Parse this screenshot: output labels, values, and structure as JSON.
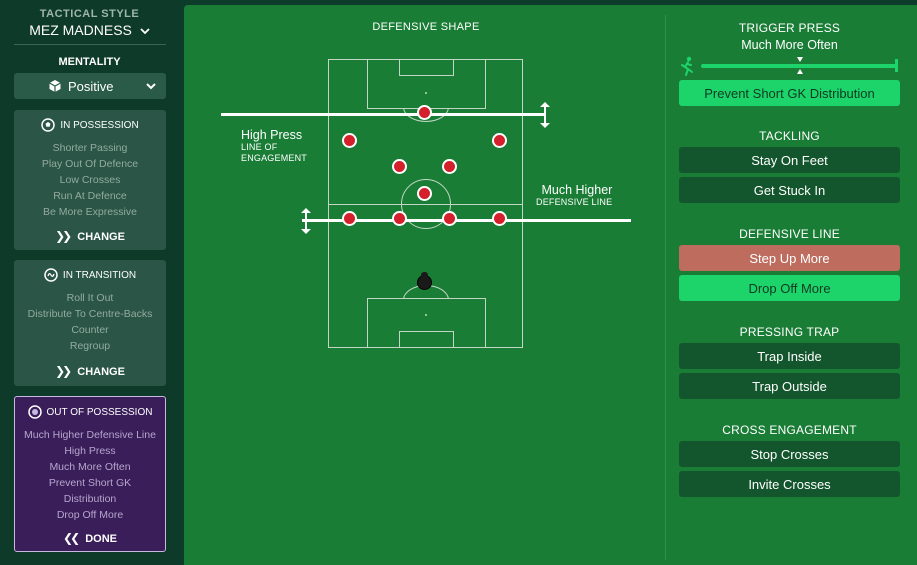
{
  "sidebar": {
    "tactical_style_caption": "TACTICAL STYLE",
    "tactic_name": "MEZ MADNESS",
    "mentality_caption": "MENTALITY",
    "mentality_value": "Positive",
    "in_possession": {
      "title": "IN POSSESSION",
      "items": [
        "Shorter Passing",
        "Play Out Of Defence",
        "Low Crosses",
        "Run At Defence",
        "Be More Expressive"
      ],
      "action": "CHANGE"
    },
    "in_transition": {
      "title": "IN TRANSITION",
      "items": [
        "Roll It Out",
        "Distribute To Centre-Backs",
        "Counter",
        "Regroup"
      ],
      "action": "CHANGE"
    },
    "out_of_possession": {
      "title": "OUT OF POSSESSION",
      "items": [
        "Much Higher Defensive Line",
        "High Press",
        "Much More Often",
        "Prevent Short GK",
        "Distribution",
        "Drop Off More"
      ],
      "action": "DONE"
    }
  },
  "shape": {
    "title": "DEFENSIVE SHAPE",
    "engagement_value": "High Press",
    "engagement_caption_1": "LINE OF",
    "engagement_caption_2": "ENGAGEMENT",
    "defline_value": "Much Higher",
    "defline_caption": "DEFENSIVE LINE"
  },
  "options": {
    "trigger_press": {
      "title": "TRIGGER PRESS",
      "value": "Much More Often",
      "level": 1.0,
      "button": "Prevent Short GK Distribution"
    },
    "tackling": {
      "title": "TACKLING",
      "buttons": [
        "Stay On Feet",
        "Get Stuck In"
      ]
    },
    "defensive_line": {
      "title": "DEFENSIVE LINE",
      "buttons": [
        "Step Up More",
        "Drop Off More"
      ]
    },
    "pressing_trap": {
      "title": "PRESSING TRAP",
      "buttons": [
        "Trap Inside",
        "Trap Outside"
      ]
    },
    "cross_engagement": {
      "title": "CROSS ENGAGEMENT",
      "buttons": [
        "Stop Crosses",
        "Invite Crosses"
      ]
    }
  },
  "colors": {
    "main_bg": "#1a7d36",
    "selected_green": "#1cd46a",
    "selected_red": "#bd6c5e",
    "oop_panel": "#3a1e5a",
    "player": "#d4202a"
  }
}
